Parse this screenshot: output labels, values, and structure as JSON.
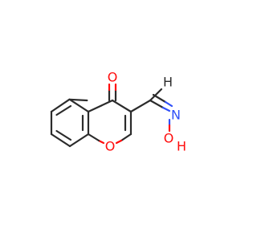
{
  "molecule": {
    "atoms": {
      "carbonyl_oxygen": "O",
      "ring_oxygen": "O",
      "imine_nitrogen": "N",
      "hydroxyl_oxygen": "O",
      "hydroxyl_hydrogen": "H",
      "aldehyde_hydrogen": "H"
    },
    "colors": {
      "bond": "#2b2b2b",
      "oxygen": "#ff0d0d",
      "nitrogen": "#3050f8",
      "hydrogen": "#2b2b2b"
    }
  }
}
